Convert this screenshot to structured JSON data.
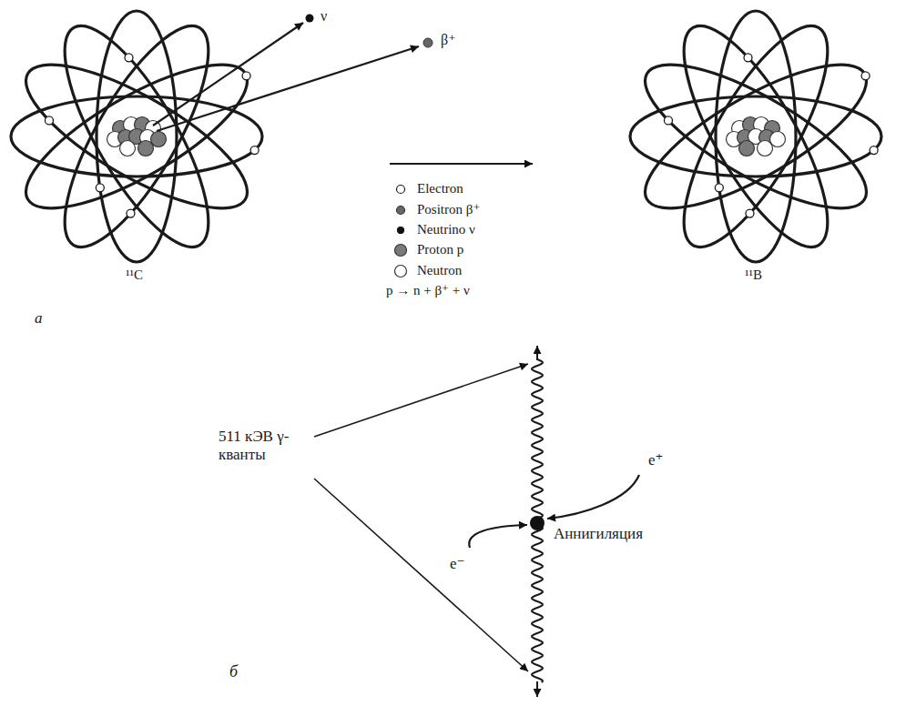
{
  "diagram": {
    "labels": [
      "ν",
      "β⁺",
      "¹¹C",
      "¹¹B",
      "p → n + β⁺ + ν",
      "а",
      "511 кЭВ γ-кванты",
      "Аннигиляция",
      "e⁺",
      "e⁻",
      "б"
    ],
    "legend": [
      {
        "text": "Electron"
      },
      {
        "text": "Positron β⁺"
      },
      {
        "text": "Neutrino ν"
      },
      {
        "text": "Proton p"
      },
      {
        "text": "Neutron"
      }
    ]
  }
}
